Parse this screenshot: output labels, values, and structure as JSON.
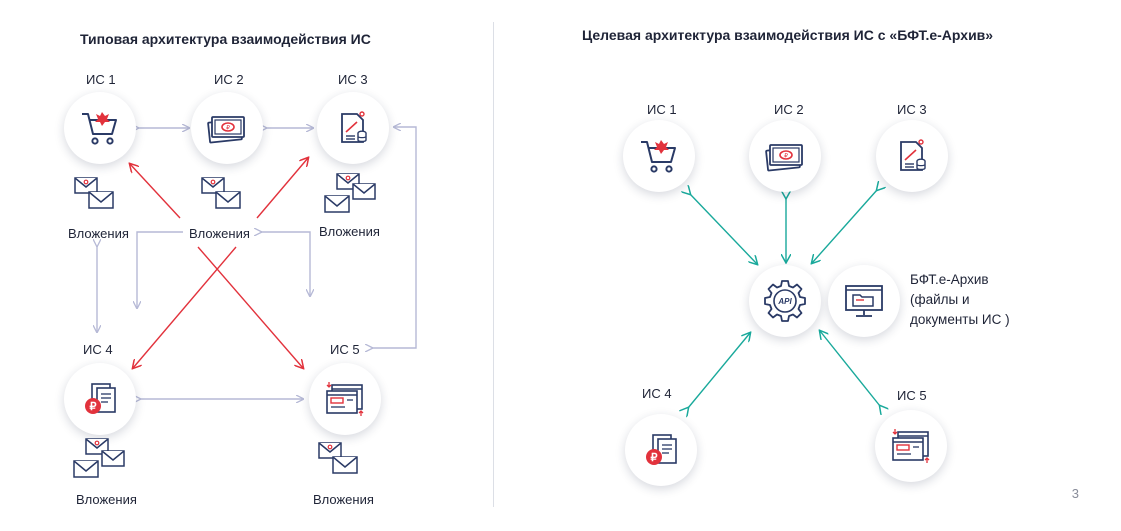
{
  "left": {
    "title": "Типовая архитектура взаимодействия ИС",
    "nodes": [
      "ИС 1",
      "ИС 2",
      "ИС 3",
      "ИС 4",
      "ИС 5"
    ],
    "attachments": [
      "Вложения",
      "Вложения",
      "Вложения",
      "Вложения",
      "Вложения"
    ]
  },
  "right": {
    "title": "Целевая архитектура взаимодействия ИС с «БФТ.е-Архив»",
    "nodes": [
      "ИС 1",
      "ИС 2",
      "ИС 3",
      "ИС 4",
      "ИС 5"
    ],
    "api_label": "API",
    "archive": {
      "line1": "БФТ.е-Архив",
      "line2": "(файлы и",
      "line3": "документы ИС )"
    }
  },
  "page_number": "3",
  "colors": {
    "red": "#e2323c",
    "teal": "#19a99b",
    "gray_arrow": "#b6b9d6",
    "navy": "#2a3a66",
    "accent_red": "#e2323c"
  }
}
